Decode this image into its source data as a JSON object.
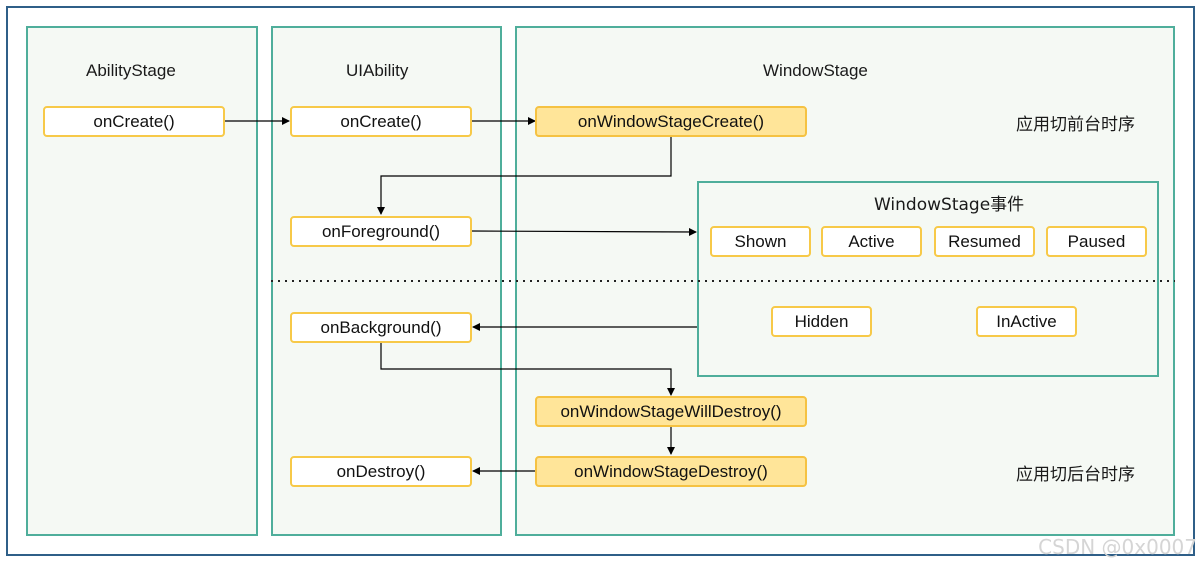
{
  "lanes": {
    "ability_stage": "AbilityStage",
    "ui_ability": "UIAbility",
    "window_stage": "WindowStage"
  },
  "ability_stage": {
    "on_create": "onCreate()"
  },
  "ui_ability": {
    "on_create": "onCreate()",
    "on_foreground": "onForeground()",
    "on_background": "onBackground()",
    "on_destroy": "onDestroy()"
  },
  "window_stage": {
    "on_create": "onWindowStageCreate()",
    "on_will_destroy": "onWindowStageWillDestroy()",
    "on_destroy": "onWindowStageDestroy()"
  },
  "events": {
    "title": "WindowStage事件",
    "shown": "Shown",
    "active": "Active",
    "resumed": "Resumed",
    "paused": "Paused",
    "hidden": "Hidden",
    "inactive": "InActive"
  },
  "notes": {
    "foreground": "应用切前台时序",
    "background": "应用切后台时序"
  },
  "watermark": "CSDN @0x0007",
  "colors": {
    "lane_border": "#4fae9b",
    "frame_border": "#2f5f88",
    "box_border": "#f7c948",
    "box_fill_highlight": "#ffe599"
  }
}
